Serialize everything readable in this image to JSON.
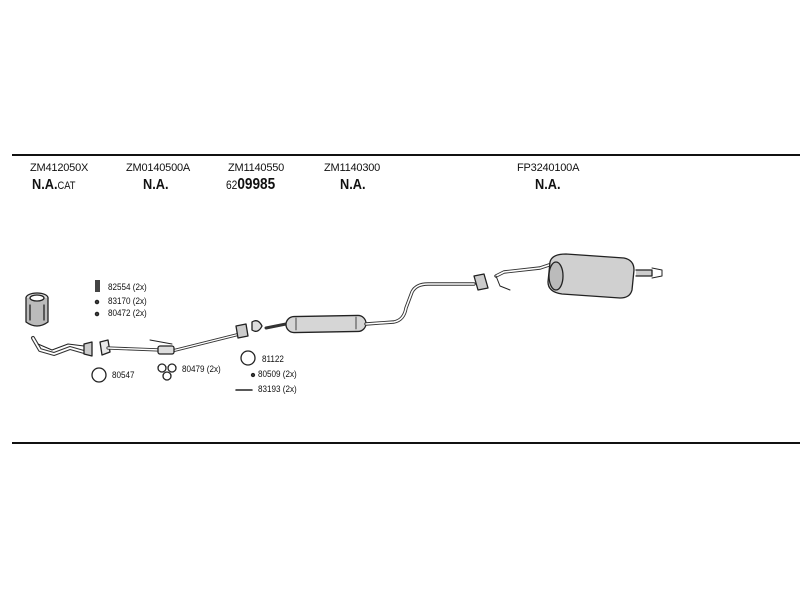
{
  "columns": [
    {
      "code": "ZM412050X",
      "value": "N.A.",
      "suffix": "CAT"
    },
    {
      "code": "ZM0140500A",
      "value": "N.A.",
      "suffix": ""
    },
    {
      "code": "ZM1140550",
      "prefix": "62",
      "value": "09985",
      "suffix": ""
    },
    {
      "code": "ZM1140300",
      "value": "N.A.",
      "suffix": ""
    },
    {
      "code": "FP3240100A",
      "value": "N.A.",
      "suffix": ""
    }
  ],
  "parts": {
    "p82554": "82554 (2x)",
    "p83170": "83170 (2x)",
    "p80472": "80472 (2x)",
    "p80547": "80547",
    "p80479": "80479 (2x)",
    "p81122": "81122",
    "p80509": "80509 (2x)",
    "p83193": "83193 (2x)"
  }
}
